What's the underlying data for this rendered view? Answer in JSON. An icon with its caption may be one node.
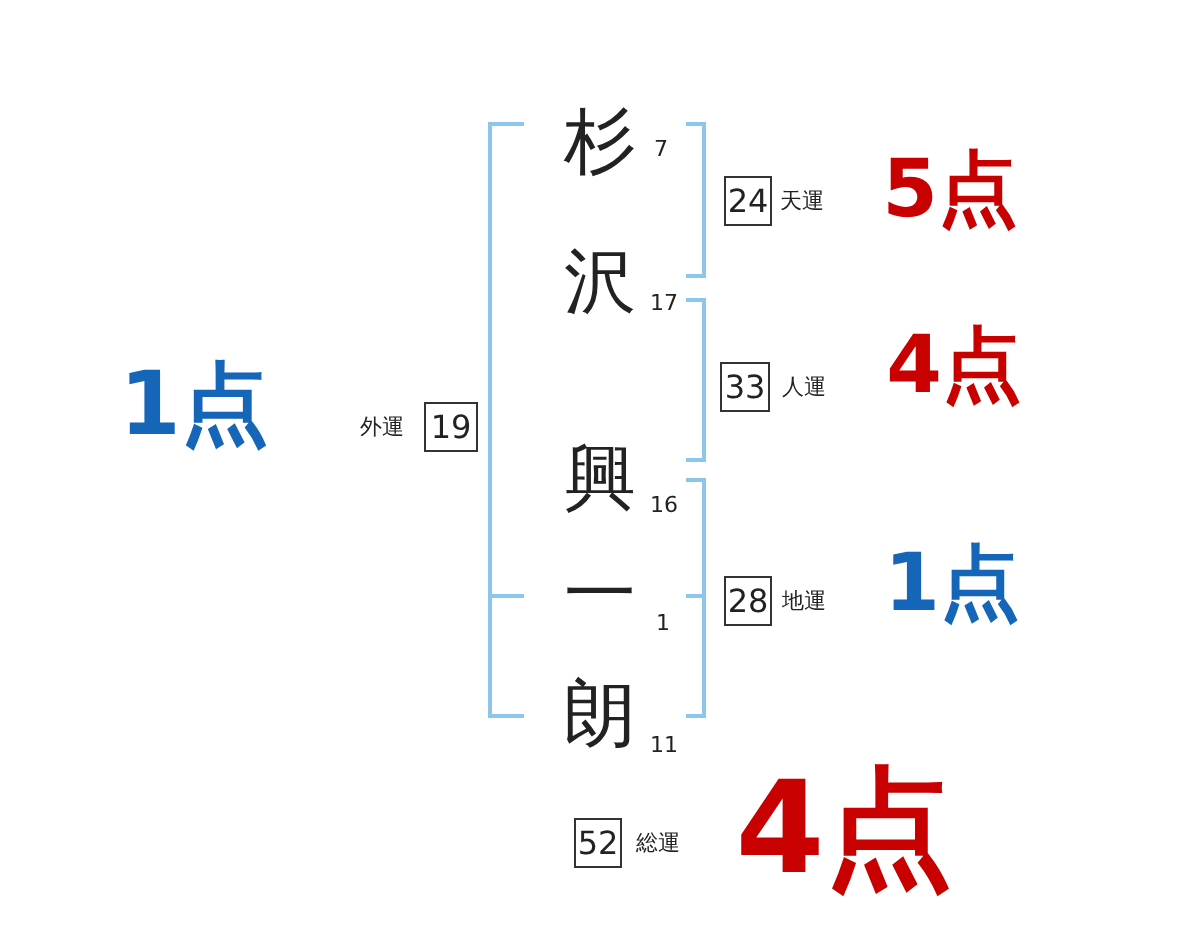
{
  "diagram": {
    "nodes": [
      {
        "text": [
          "24"
        ],
        "beside": [
          "天運"
        ]
      },
      {
        "text": [
          "33"
        ],
        "beside": [
          "人運"
        ]
      },
      {
        "text": [
          "19"
        ],
        "beside": [
          "外運"
        ]
      },
      {
        "text": [
          "28"
        ],
        "beside": [
          "地運"
        ]
      },
      {
        "text": [
          "52"
        ],
        "beside": [
          "総運"
        ]
      }
    ],
    "labels": [
      "杉",
      "7",
      "5点",
      "沢",
      "17",
      "4点",
      "1点",
      "興",
      "16",
      "一",
      "1",
      "1点",
      "朗",
      "11",
      "4点"
    ]
  }
}
